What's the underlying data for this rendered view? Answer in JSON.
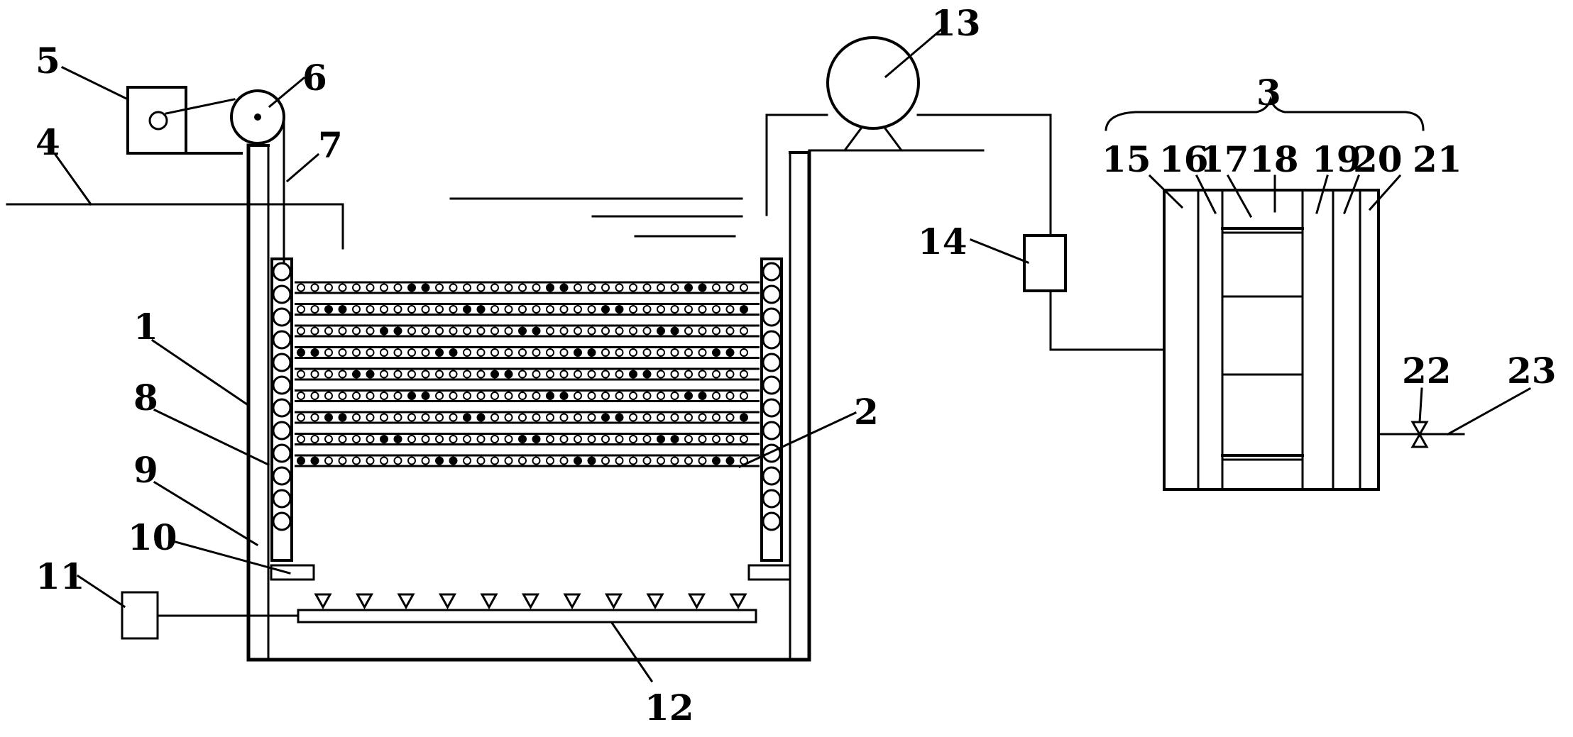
{
  "labels": {
    "l1": "1",
    "l2": "2",
    "l3": "3",
    "l4": "4",
    "l5": "5",
    "l6": "6",
    "l7": "7",
    "l8": "8",
    "l9": "9",
    "l10": "10",
    "l11": "11",
    "l12": "12",
    "l13": "13",
    "l14": "14",
    "l15": "15",
    "l16": "16",
    "l17": "17",
    "l18": "18",
    "l19": "19",
    "l20": "20",
    "l21": "21",
    "l22": "22",
    "l23": "23"
  },
  "membrane_layers": 9,
  "colors": {
    "ink": "#000000",
    "paper": "#ffffff"
  }
}
